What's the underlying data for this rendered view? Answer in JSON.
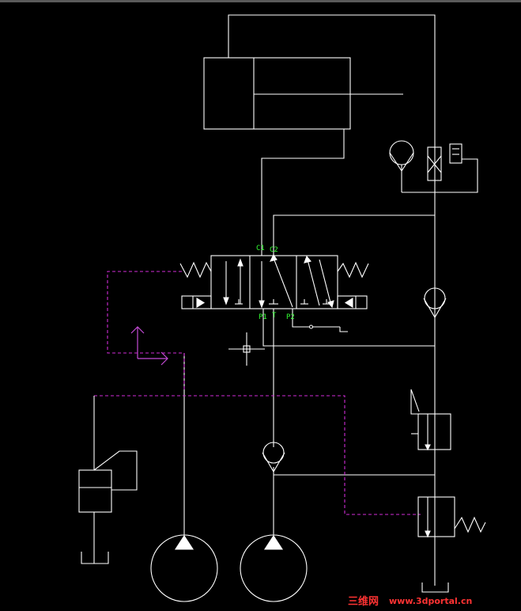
{
  "colors": {
    "background": "#000000",
    "lines": "#ffffff",
    "pilot_lines": "#d02cd6",
    "port_labels": "#33ff33",
    "watermark": "#ff3333"
  },
  "ports": {
    "a1": "C1",
    "a2": "C2",
    "p1": "P1",
    "t": "T",
    "p2": "P2"
  },
  "watermark": {
    "site_cn": "三维网",
    "site_url": "www.3dportal.cn"
  }
}
